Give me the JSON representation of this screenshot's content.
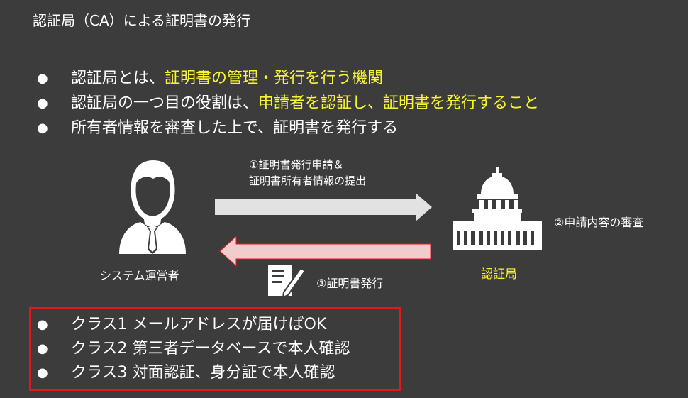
{
  "title": "認証局（CA）による証明書の発行",
  "bullets": [
    {
      "bullet": "●",
      "text": "認証局とは、",
      "highlight": "証明書の管理・発行を行う機関",
      "tail": ""
    },
    {
      "bullet": "●",
      "text": "認証局の一つ目の役割は、",
      "highlight": "申請者を認証し、証明書を発行すること",
      "tail": ""
    },
    {
      "bullet": "●",
      "text": "所有者情報を審査した上で、証明書を発行する",
      "highlight": "",
      "tail": ""
    }
  ],
  "diagram": {
    "request_label_line1": "①証明書発行申請＆",
    "request_label_line2": "証明書所有者情報の提出",
    "review_label": "②申請内容の審査",
    "issue_label": "③証明書発行",
    "operator_label": "システム運営者",
    "ca_label": "認証局",
    "colors": {
      "highlight": "#f7f432",
      "arrow_forward": "#e2e2e2",
      "arrow_back": "#f2cccc",
      "arrow_back_border": "#e8161b",
      "box_border": "#e8161b"
    }
  },
  "classes": [
    {
      "bullet": "●",
      "text": "クラス1 メールアドレスが届けばOK"
    },
    {
      "bullet": "●",
      "text": "クラス2 第三者データベースで本人確認"
    },
    {
      "bullet": "●",
      "text": "クラス3 対面認証、身分証で本人確認"
    }
  ]
}
